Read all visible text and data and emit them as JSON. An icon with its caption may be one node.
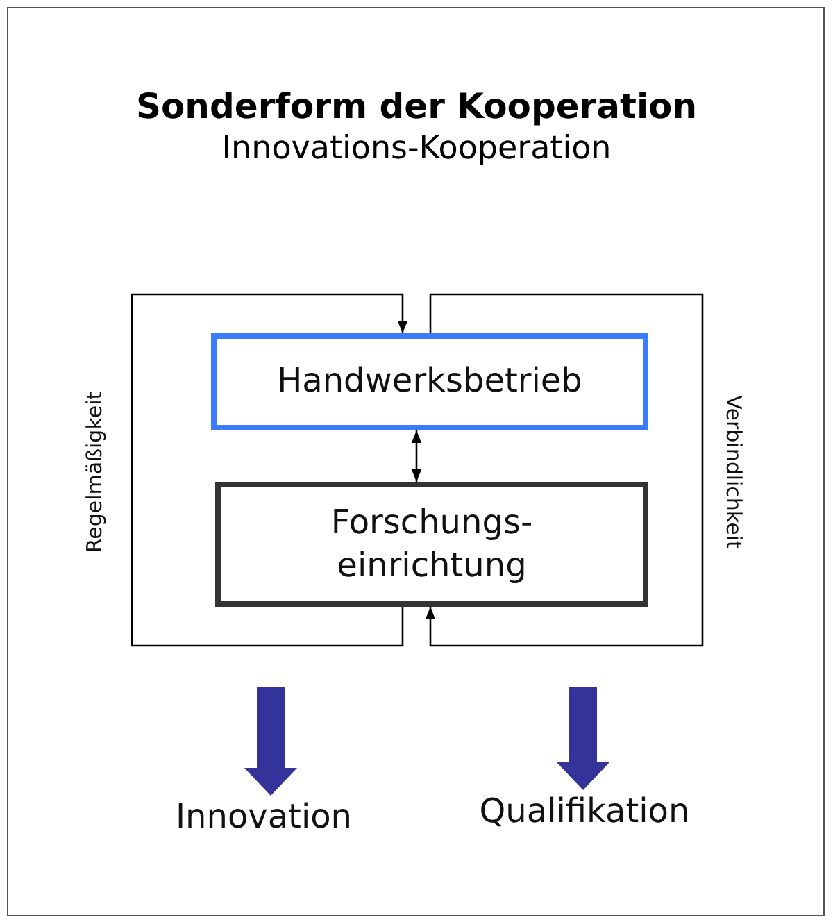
{
  "diagram": {
    "title": "Sonderform der Kooperation",
    "caption": "Innovations-Kooperation",
    "nodes": [
      {
        "text": [
          "Handwerksbetrieb"
        ]
      },
      {
        "text": [
          "Forschungs- einrichtung"
        ]
      },
      {
        "text": [
          "Innovation"
        ]
      },
      {
        "text": [
          "Qualifikation"
        ]
      }
    ],
    "edges": [
      {
        "from": 0,
        "to": 1,
        "arrow": "both"
      },
      {
        "from": 1,
        "to": 0,
        "arrow": "to",
        "label": "Regelmäßigkeit"
      },
      {
        "from": 0,
        "to": 1,
        "arrow": "to",
        "label": "Verbindlichkeit"
      },
      {
        "from": null,
        "to": 2,
        "arrow": "to",
        "style": "thick",
        "color": "#333399"
      },
      {
        "from": null,
        "to": 3,
        "arrow": "to",
        "style": "thick",
        "color": "#333399"
      }
    ]
  }
}
